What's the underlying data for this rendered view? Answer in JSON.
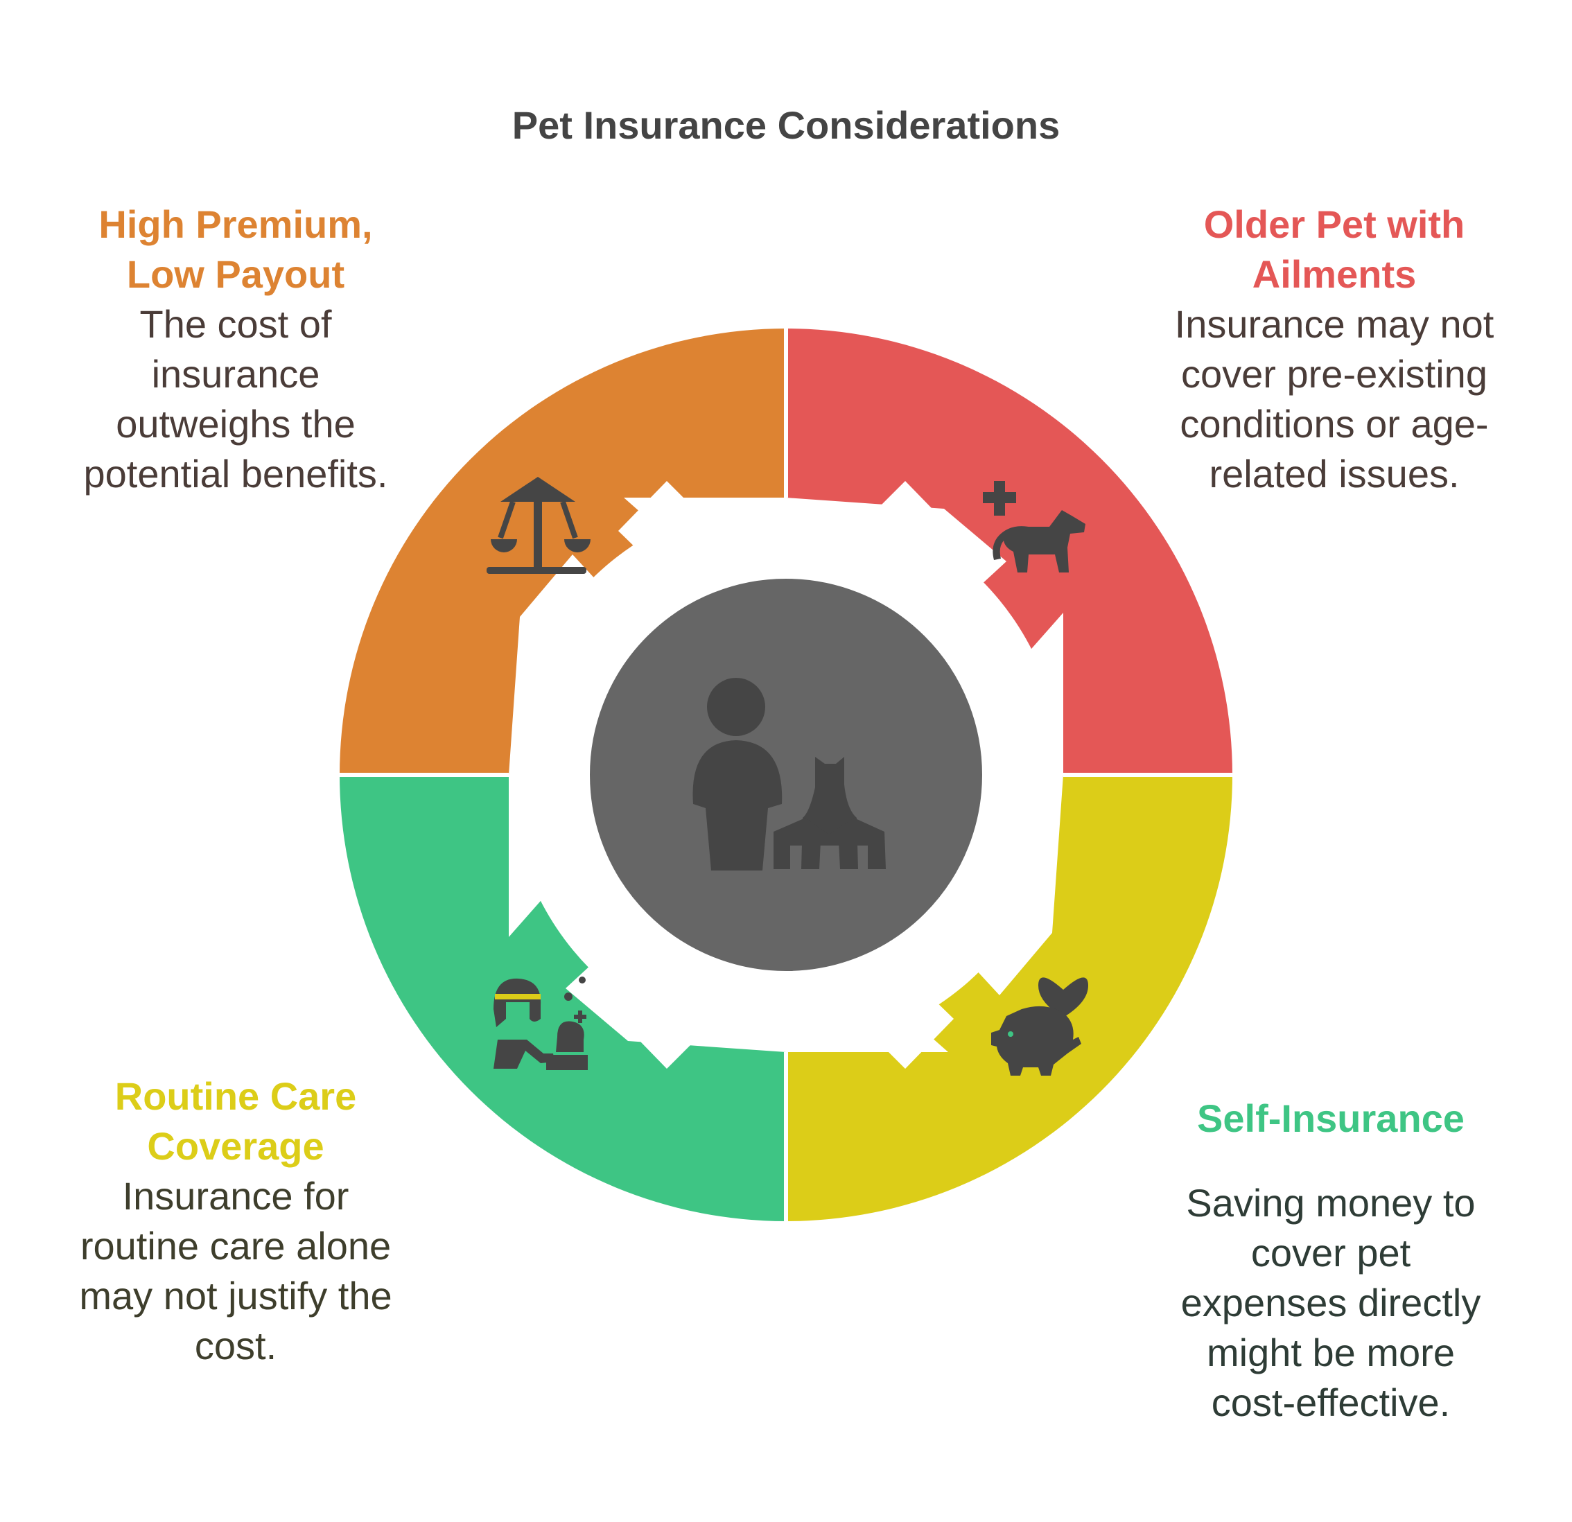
{
  "title": "Pet Insurance Considerations",
  "center": {
    "icon": "person-with-cat-icon",
    "color": "#666666"
  },
  "segments": [
    {
      "id": "tl",
      "heading": "High Premium, Low Payout",
      "heading_lines": [
        "High Premium,",
        "Low Payout"
      ],
      "description_lines": [
        "The cost of",
        "insurance",
        "outweighs the",
        "potential benefits."
      ],
      "color": "#dd8332",
      "icon": "balance-scale-icon"
    },
    {
      "id": "tr",
      "heading": "Older Pet with Ailments",
      "heading_lines": [
        "Older Pet with",
        "Ailments"
      ],
      "description_lines": [
        "Insurance may not",
        "cover pre-existing",
        "conditions or age-",
        "related issues."
      ],
      "color": "#e45756",
      "icon": "medical-pet-icon"
    },
    {
      "id": "bl",
      "heading": "Routine Care Coverage",
      "heading_lines": [
        "Routine Care",
        "Coverage"
      ],
      "description_lines": [
        "Insurance for",
        "routine care alone",
        "may not justify the",
        "cost."
      ],
      "color": "#dccd18",
      "icon": "pet-care-icon"
    },
    {
      "id": "br",
      "heading": "Self-Insurance",
      "heading_lines": [
        "Self-Insurance"
      ],
      "description_lines": [
        "Saving money to",
        "cover pet",
        "expenses directly",
        "might be more",
        "cost-effective."
      ],
      "color": "#3ec584",
      "icon": "piggy-bank-heart-icon"
    }
  ]
}
